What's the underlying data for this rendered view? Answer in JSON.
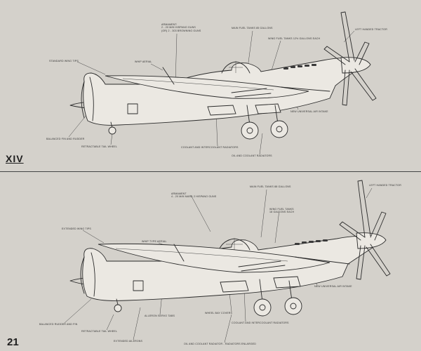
{
  "section": {
    "mark": "XIV"
  },
  "page": {
    "number": "21"
  },
  "top_labels": [
    "ARMAMENT:\n2 - 20 M/M HISPANO GUNS\n(OR) 2 - 303 BROWNING GUNS",
    "MAIN FUEL TANKS 85 GALLONS",
    "LEFT HANDED TRACTOR",
    "STANDARD WING TIPS",
    "WHIP AERIAL",
    "WING FUEL TANKS 12½ GALLONS EACH",
    "NEW UNIVERSAL AIR INTAKE",
    "BALANCED FIN AND RUDDER",
    "RETRACTABLE TAIL WHEEL",
    "COOLANT AND INTERCOOLANT RADIATORS",
    "OIL AND COOLANT RADIATORS"
  ],
  "bottom_labels": [
    "ARMAMENT\n4 - 20 M/M MARK 2 HISPANO GUNS",
    "MAIN FUEL TANKS 88 GALLONS",
    "LEFT HANDED TRACTOR",
    "WING FUEL TANKS\n18 GALLONS EACH",
    "EXTENDED WING TIPS",
    "WHIP TYPE AERIAL",
    "NEW UNIVERSAL AIR INTAKE",
    "BALANCED RUDDER AND FIN",
    "RETRACTABLE TAIL WHEEL",
    "ALLERON SERVO TABS",
    "WHEEL BAY COVERS",
    "COOLANT AND INTERCOOLANT RADIATORS",
    "EXTENDED AILERONS",
    "OIL AND COOLANT RADIATOR - RADIATORS ENLARGED"
  ]
}
